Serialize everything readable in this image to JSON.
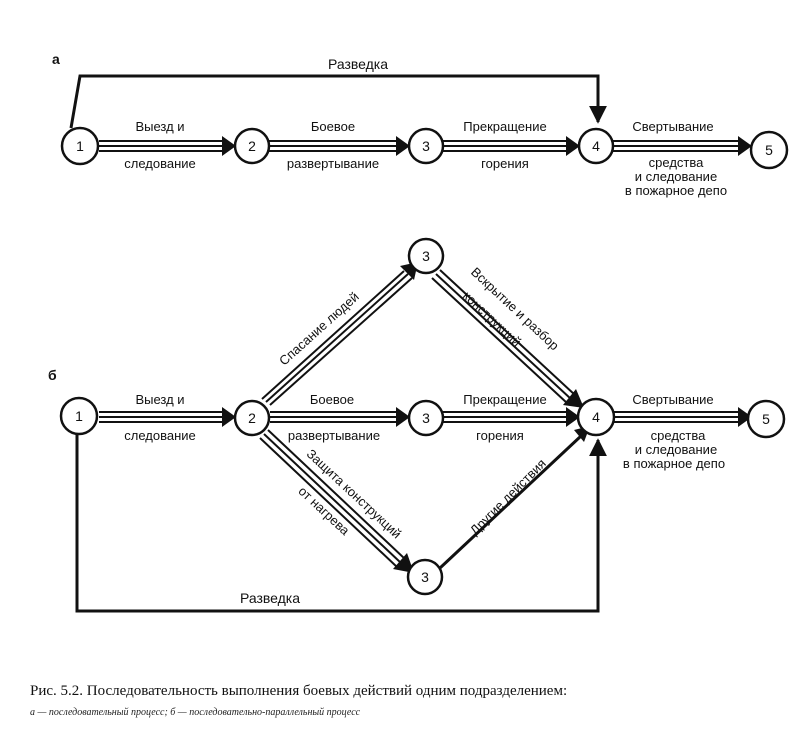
{
  "figure": {
    "panels": {
      "a": "а",
      "b": "б"
    },
    "caption": "Рис. 5.2. Последовательность выполнения боевых действий одним подразделением:",
    "subcaption": "а — последовательный процесс; б — последовательно-параллельный процесс"
  },
  "diagram_a": {
    "nodes": [
      "1",
      "2",
      "3",
      "4",
      "5"
    ],
    "labels": {
      "recon": "Разведка",
      "e12_top": "Выезд и",
      "e12_bottom": "следование",
      "e23_top": "Боевое",
      "e23_bottom": "развертывание",
      "e34_top": "Прекращение",
      "e34_bottom": "горения",
      "e45_top": "Свертывание",
      "e45_l1": "средства",
      "e45_l2": "и следование",
      "e45_l3": "в пожарное депо"
    }
  },
  "diagram_b": {
    "nodes": [
      "1",
      "2",
      "3",
      "3",
      "3",
      "4",
      "5"
    ],
    "labels": {
      "recon": "Разведка",
      "e12_top": "Выезд и",
      "e12_bottom": "следование",
      "e2_mid_top": "Боевое",
      "e2_mid_bottom": "развертывание",
      "mid_4_top": "Прекращение",
      "mid_4_bottom": "горения",
      "e2_up": "Спасание людей",
      "up_4_l1": "Вскрытие и разбор",
      "up_4_l2": "конструкций",
      "e2_down_l1": "Защита конструкций",
      "e2_down_l2": "от нагрева",
      "down_4": "Другие действия",
      "e45_top": "Свертывание",
      "e45_l1": "средства",
      "e45_l2": "и следование",
      "e45_l3": "в пожарное депо"
    }
  }
}
